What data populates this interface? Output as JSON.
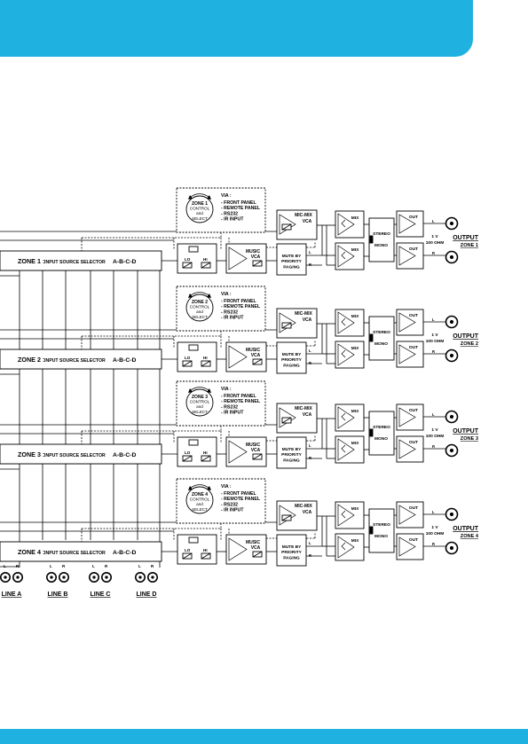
{
  "accent_color": "#1fb2e0",
  "zones": [
    {
      "selector_label": "ZONE 1 :",
      "selector_sub": "INPUT SOURCE SELECTOR",
      "selector_abcd": "A-B-C-D",
      "knob": [
        "ZONE 1",
        "CONTROL",
        "and",
        "SELECT"
      ],
      "output_label": "OUTPUT",
      "output_zone": "ZONE 1"
    },
    {
      "selector_label": "ZONE 2 :",
      "selector_sub": "INPUT SOURCE SELECTOR",
      "selector_abcd": "A-B-C-D",
      "knob": [
        "ZONE 2",
        "CONTROL",
        "and",
        "SELECT"
      ],
      "output_label": "OUTPUT",
      "output_zone": "ZONE 2"
    },
    {
      "selector_label": "ZONE 3 :",
      "selector_sub": "INPUT SOURCE SELECTOR",
      "selector_abcd": "A-B-C-D",
      "knob": [
        "ZONE 3",
        "CONTROL",
        "and",
        "SELECT"
      ],
      "output_label": "OUTPUT",
      "output_zone": "ZONE 3"
    },
    {
      "selector_label": "ZONE 4 :",
      "selector_sub": "INPUT SOURCE SELECTOR",
      "selector_abcd": "A-B-C-D",
      "knob": [
        "ZONE 4",
        "CONTROL",
        "and",
        "SELECT"
      ],
      "output_label": "OUTPUT",
      "output_zone": "ZONE 4"
    }
  ],
  "via": {
    "title": "VIA :",
    "items": [
      "- FRONT PANEL",
      "- REMOTE PANEL",
      "- RS232",
      "- IR INPUT"
    ]
  },
  "blocks": {
    "lo": "LO",
    "hi": "HI",
    "music": "MUSIC",
    "vca": "VCA",
    "mute": [
      "MUTE BY",
      "PRIORITY",
      "PAGING"
    ],
    "micmix": "MIC-MIX",
    "mix": "MIX",
    "out": "OUT",
    "stereo": "STEREO",
    "mono": "MONO",
    "level": "1 V",
    "impedance": "100 OHM",
    "l": "L",
    "r": "R"
  },
  "inputs": [
    {
      "label": "LINE A",
      "l": "L",
      "r": "R"
    },
    {
      "label": "LINE B",
      "l": "L",
      "r": "R"
    },
    {
      "label": "LINE C",
      "l": "L",
      "r": "R"
    },
    {
      "label": "LINE D",
      "l": "L",
      "r": "R"
    }
  ]
}
